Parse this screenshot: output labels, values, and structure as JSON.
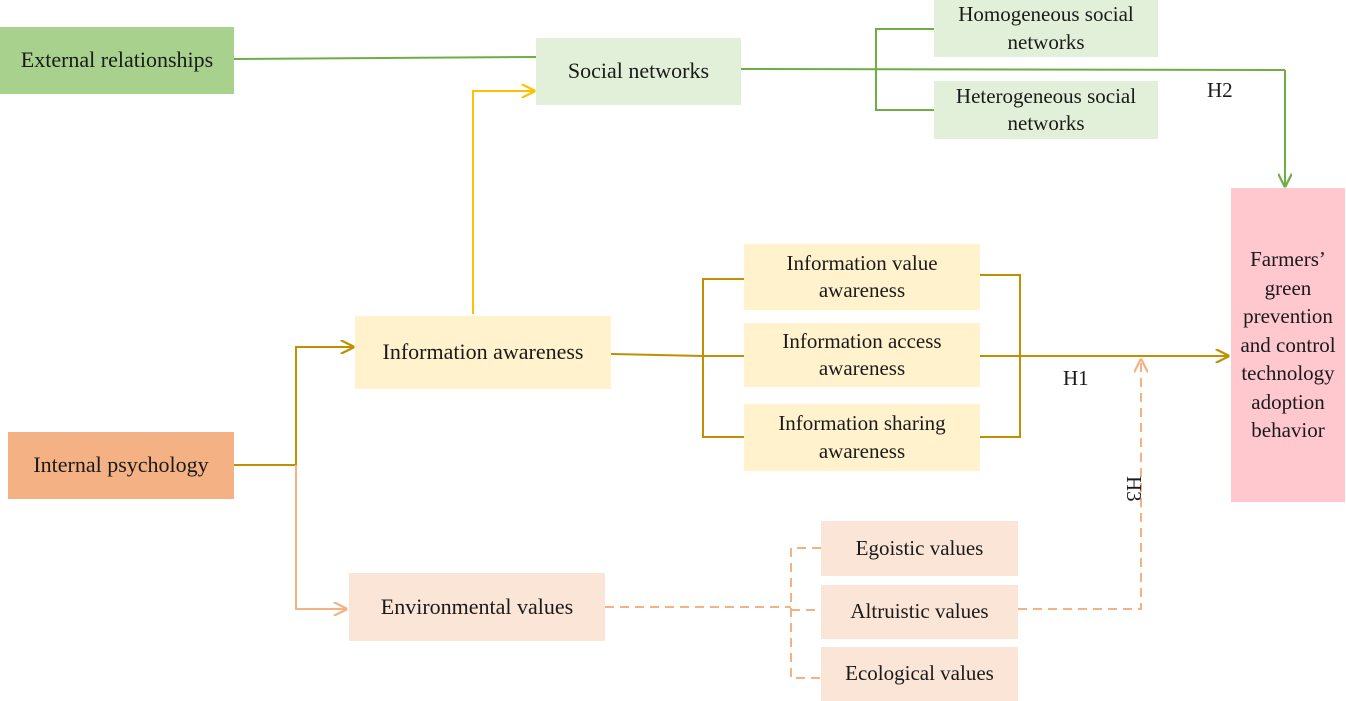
{
  "colors": {
    "external_box": "#a9d18e",
    "social_box": "#e2f0d9",
    "internal_box": "#f4b183",
    "info_box": "#fff2cc",
    "env_box": "#fbe5d6",
    "outcome_box": "#ffc7ce",
    "green_line": "#70ad47",
    "yellow_line": "#ffc000",
    "olive_line": "#bf9000",
    "peach_line": "#f4b183"
  },
  "nodes": {
    "external_relationships": "External relationships",
    "social_networks": "Social networks",
    "homogeneous_social_networks": "Homogeneous social networks",
    "heterogeneous_social_networks": "Heterogeneous social networks",
    "internal_psychology": "Internal psychology",
    "information_awareness": "Information awareness",
    "information_value_awareness": "Information value awareness",
    "information_access_awareness": "Information access awareness",
    "information_sharing_awareness": "Information sharing awareness",
    "environmental_values": "Environmental values",
    "egoistic_values": "Egoistic values",
    "altruistic_values": "Altruistic values",
    "ecological_values": "Ecological values",
    "outcome": "Farmers’ green prevention and control technology adoption behavior"
  },
  "hypotheses": {
    "h1": "H1",
    "h2": "H2",
    "h3": "H3"
  }
}
